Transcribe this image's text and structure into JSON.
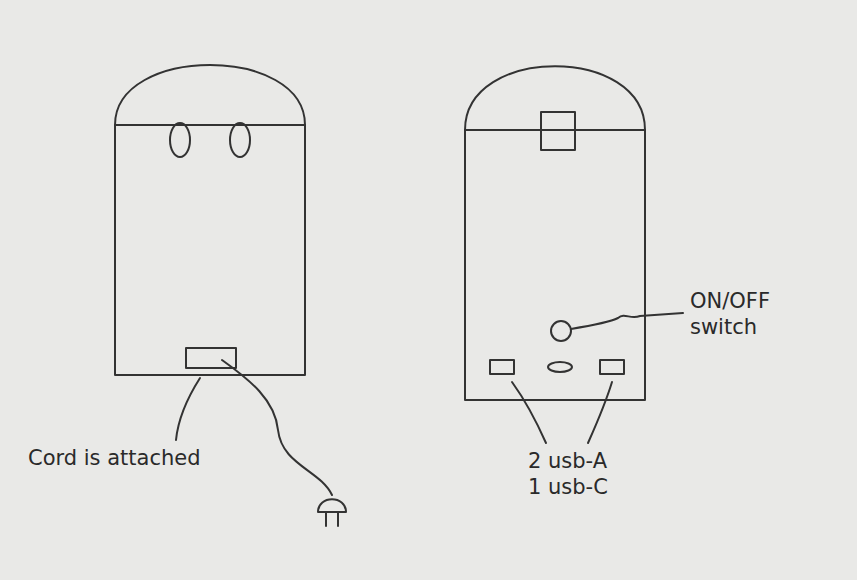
{
  "diagram": {
    "labels": [
      "Cord is attached",
      "ON/OFF switch",
      "2 usb-A 1 usb-C"
    ]
  }
}
